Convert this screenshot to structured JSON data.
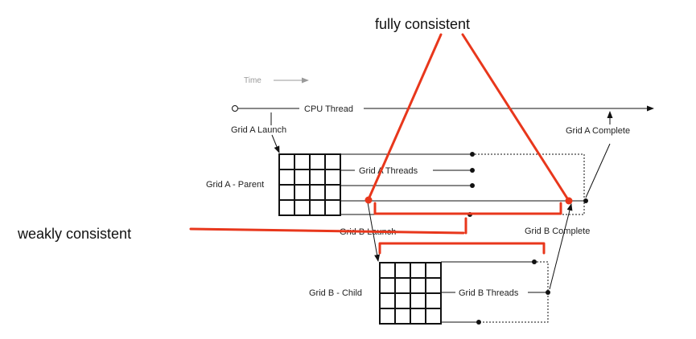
{
  "annotations": {
    "top": "fully consistent",
    "left": "weakly consistent"
  },
  "labels": {
    "time": "Time",
    "cpu_thread": "CPU Thread",
    "grid_a_launch": "Grid A Launch",
    "grid_a_threads": "Grid A Threads",
    "grid_a_parent": "Grid A - Parent",
    "grid_a_complete": "Grid A Complete",
    "grid_b_launch": "Grid B Launch",
    "grid_b_complete": "Grid B Complete",
    "grid_b_child": "Grid B - Child",
    "grid_b_threads": "Grid B Threads"
  },
  "colors": {
    "ink": "#111111",
    "time_arrow": "#9a9a9a",
    "highlight": "#e8371c"
  }
}
